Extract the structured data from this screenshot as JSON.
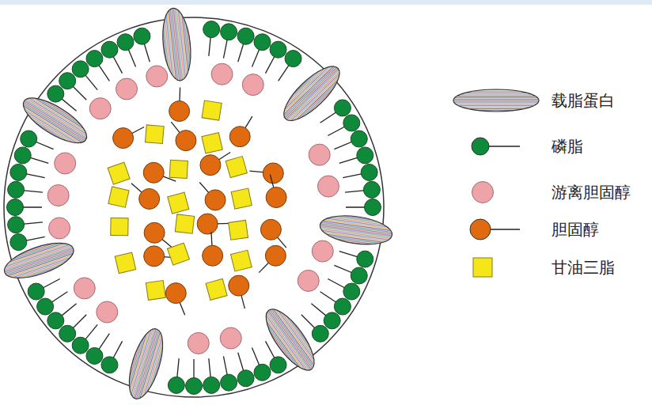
{
  "diagram": {
    "legend": [
      {
        "text": "载脂蛋白"
      },
      {
        "text": "磷脂"
      },
      {
        "text": "游离胆固醇",
        "color": "#eea3a8"
      },
      {
        "text": "胆固醇"
      },
      {
        "text": "甘油三脂",
        "color": "#f5e61a"
      }
    ]
  }
}
